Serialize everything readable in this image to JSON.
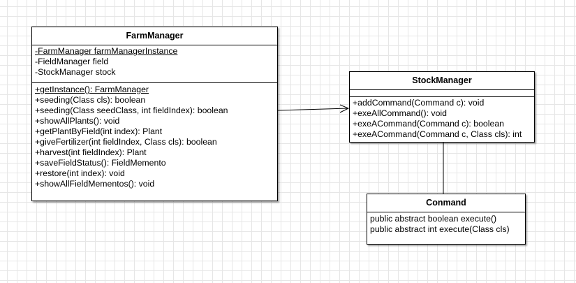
{
  "classes": {
    "farm_manager": {
      "name": "FarmManager",
      "attributes": [
        "-FarmManager farmManagerInstance",
        "-FieldManager field",
        "-StockManager stock"
      ],
      "operations": [
        "+getInstance(): FarmManager",
        "+seeding(Class cls): boolean",
        "+seeding(Class seedClass, int fieldIndex): boolean",
        "+showAllPlants(): void",
        "+getPlantByField(int index): Plant",
        "+giveFertilizer(int fieldIndex, Class cls): boolean",
        "+harvest(int fieldIndex): Plant",
        "+saveFieldStatus(): FieldMemento",
        "+restore(int index): void",
        "+showAllFieldMementos(): void"
      ]
    },
    "stock_manager": {
      "name": "StockManager",
      "attributes": [],
      "operations": [
        "+addCommand(Command c): void",
        "+exeAllCommand(): void",
        "+exeACommand(Command c): boolean",
        "+exeACommand(Command c, Class cls): int"
      ]
    },
    "conmand": {
      "name": "Conmand",
      "operations": [
        "public abstract boolean execute()",
        "public abstract int execute(Class cls)"
      ]
    }
  },
  "relations": [
    {
      "from": "FarmManager",
      "to": "StockManager",
      "type": "association-arrow"
    },
    {
      "from": "StockManager",
      "to": "Conmand",
      "type": "association-line"
    }
  ],
  "colors": {
    "grid": "#e6e6e6",
    "border": "#000000",
    "background": "#ffffff"
  }
}
